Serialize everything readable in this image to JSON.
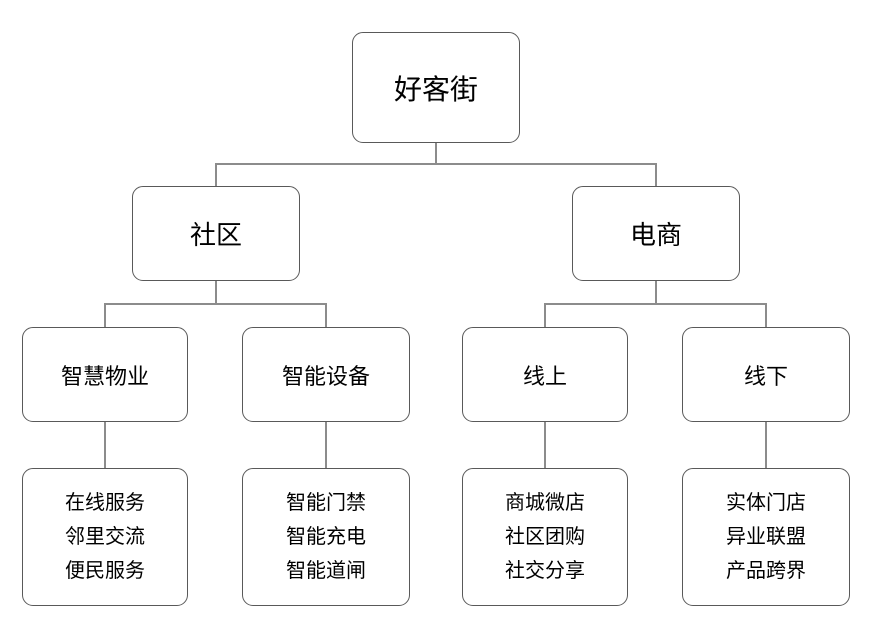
{
  "diagram": {
    "type": "org-chart-tree",
    "colors": {
      "background": "#ffffff",
      "box_fill": "#ffffff",
      "box_border": "#595959",
      "connector": "#8c8c8c",
      "text": "#000000"
    },
    "tree": {
      "root": {
        "label": "好客街"
      },
      "branches": [
        {
          "label": "社区",
          "children": [
            {
              "label": "智慧物业",
              "items": [
                "在线服务",
                "邻里交流",
                "便民服务"
              ]
            },
            {
              "label": "智能设备",
              "items": [
                "智能门禁",
                "智能充电",
                "智能道闸"
              ]
            }
          ]
        },
        {
          "label": "电商",
          "children": [
            {
              "label": "线上",
              "items": [
                "商城微店",
                "社区团购",
                "社交分享"
              ]
            },
            {
              "label": "线下",
              "items": [
                "实体门店",
                "异业联盟",
                "产品跨界"
              ]
            }
          ]
        }
      ]
    }
  }
}
